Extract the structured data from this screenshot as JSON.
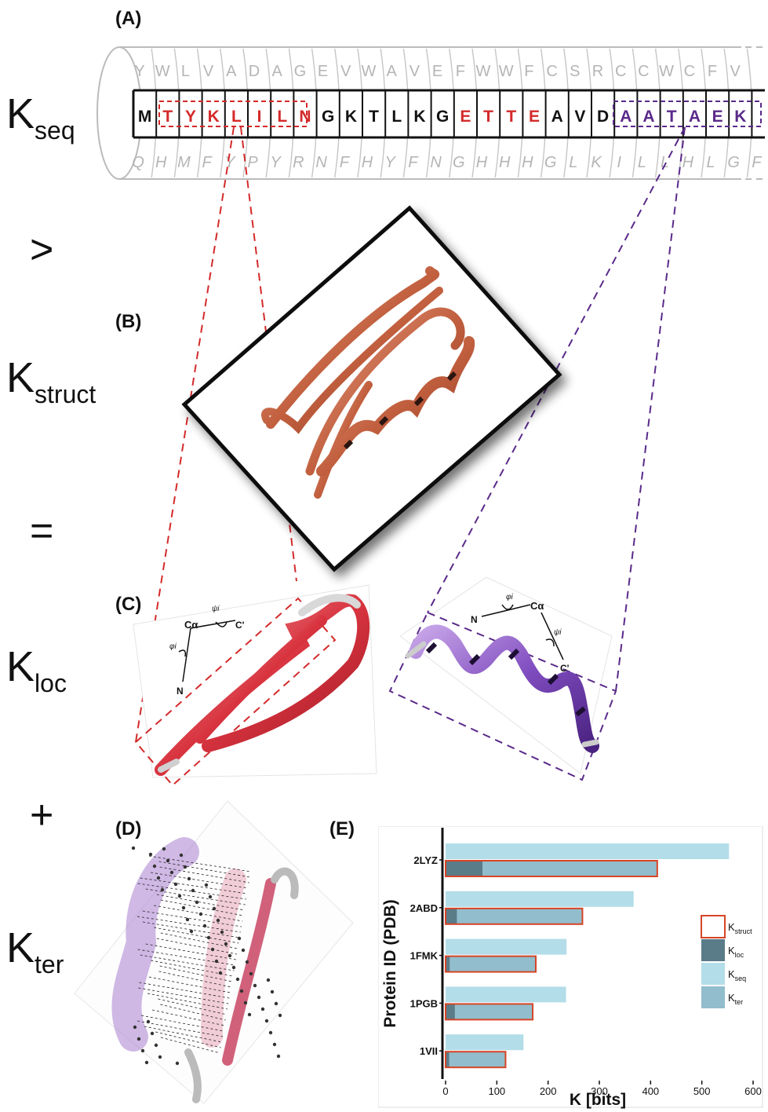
{
  "panels": {
    "a": "(A)",
    "b": "(B)",
    "c": "(C)",
    "d": "(D)",
    "e": "(E)"
  },
  "equation": {
    "k_seq": {
      "main": "K",
      "sub": "seq"
    },
    "gt": ">",
    "k_struct": {
      "main": "K",
      "sub": "struct"
    },
    "eq": "=",
    "k_loc": {
      "main": "K",
      "sub": "loc"
    },
    "plus": "+",
    "k_ter": {
      "main": "K",
      "sub": "ter"
    }
  },
  "sequence": {
    "main": [
      "M",
      "T",
      "Y",
      "K",
      "L",
      "I",
      "L",
      "N",
      "G",
      "K",
      "T",
      "L",
      "K",
      "G",
      "E",
      "T",
      "T",
      "E",
      "A",
      "V",
      "D",
      "A",
      "A",
      "T",
      "A",
      "E",
      "K"
    ],
    "colors": {
      "black": "#111111",
      "red": "#d42a2a",
      "purple": "#5a2a8a",
      "ghost": "#b5b5b5"
    },
    "red_indices": [
      1,
      2,
      3,
      4,
      5,
      6,
      7,
      14,
      15,
      16,
      17
    ],
    "purple_indices": [
      21,
      22,
      23,
      24,
      25,
      26
    ],
    "upper_ghost": [
      "Y",
      "W",
      "L",
      "V",
      "A",
      "D",
      "A",
      "G",
      "E",
      "V",
      "W",
      "A",
      "V",
      "E",
      "F",
      "W",
      "W",
      "F",
      "C",
      "S",
      "R",
      "C",
      "C",
      "W",
      "C",
      "F",
      "V"
    ],
    "lower_ghost": [
      "Q",
      "H",
      "M",
      "F",
      "Y",
      "P",
      "Y",
      "R",
      "N",
      "F",
      "H",
      "Y",
      "F",
      "N",
      "G",
      "H",
      "H",
      "H",
      "G",
      "L",
      "K",
      "I",
      "L",
      "L",
      "H",
      "L",
      "G",
      "F"
    ]
  },
  "torsion_left": {
    "n": "N",
    "ca": "Cα",
    "c": "C'",
    "phi": "φi",
    "psi": "ψi"
  },
  "torsion_right": {
    "n": "N",
    "ca": "Cα",
    "c": "C'",
    "phi": "φi",
    "psi": "ψi"
  },
  "chart_data": {
    "type": "bar",
    "xlabel": "K [bits]",
    "ylabel": "Protein ID (PDB)",
    "xlim": [
      0,
      600
    ],
    "xticks": [
      0,
      100,
      200,
      300,
      400,
      500,
      600
    ],
    "categories": [
      "2LYZ",
      "2ABD",
      "1FMK",
      "1PGB",
      "1VII"
    ],
    "series": [
      {
        "name": "K_seq",
        "values": [
          553,
          367,
          236,
          235,
          152
        ],
        "color": "#b3dde8"
      },
      {
        "name": "K_ter",
        "values": [
          413,
          267,
          176,
          170,
          117
        ],
        "color": "#92bdcc"
      },
      {
        "name": "K_loc",
        "values": [
          72,
          22,
          8,
          18,
          7
        ],
        "color": "#5a7b88"
      },
      {
        "name": "K_struct",
        "values": [
          413,
          267,
          176,
          170,
          117
        ],
        "color": "#d64526"
      }
    ],
    "legend": [
      {
        "main": "K",
        "sub": "struct"
      },
      {
        "main": "K",
        "sub": "loc"
      },
      {
        "main": "K",
        "sub": "seq"
      },
      {
        "main": "K",
        "sub": "ter"
      }
    ],
    "legend_position": "right"
  }
}
